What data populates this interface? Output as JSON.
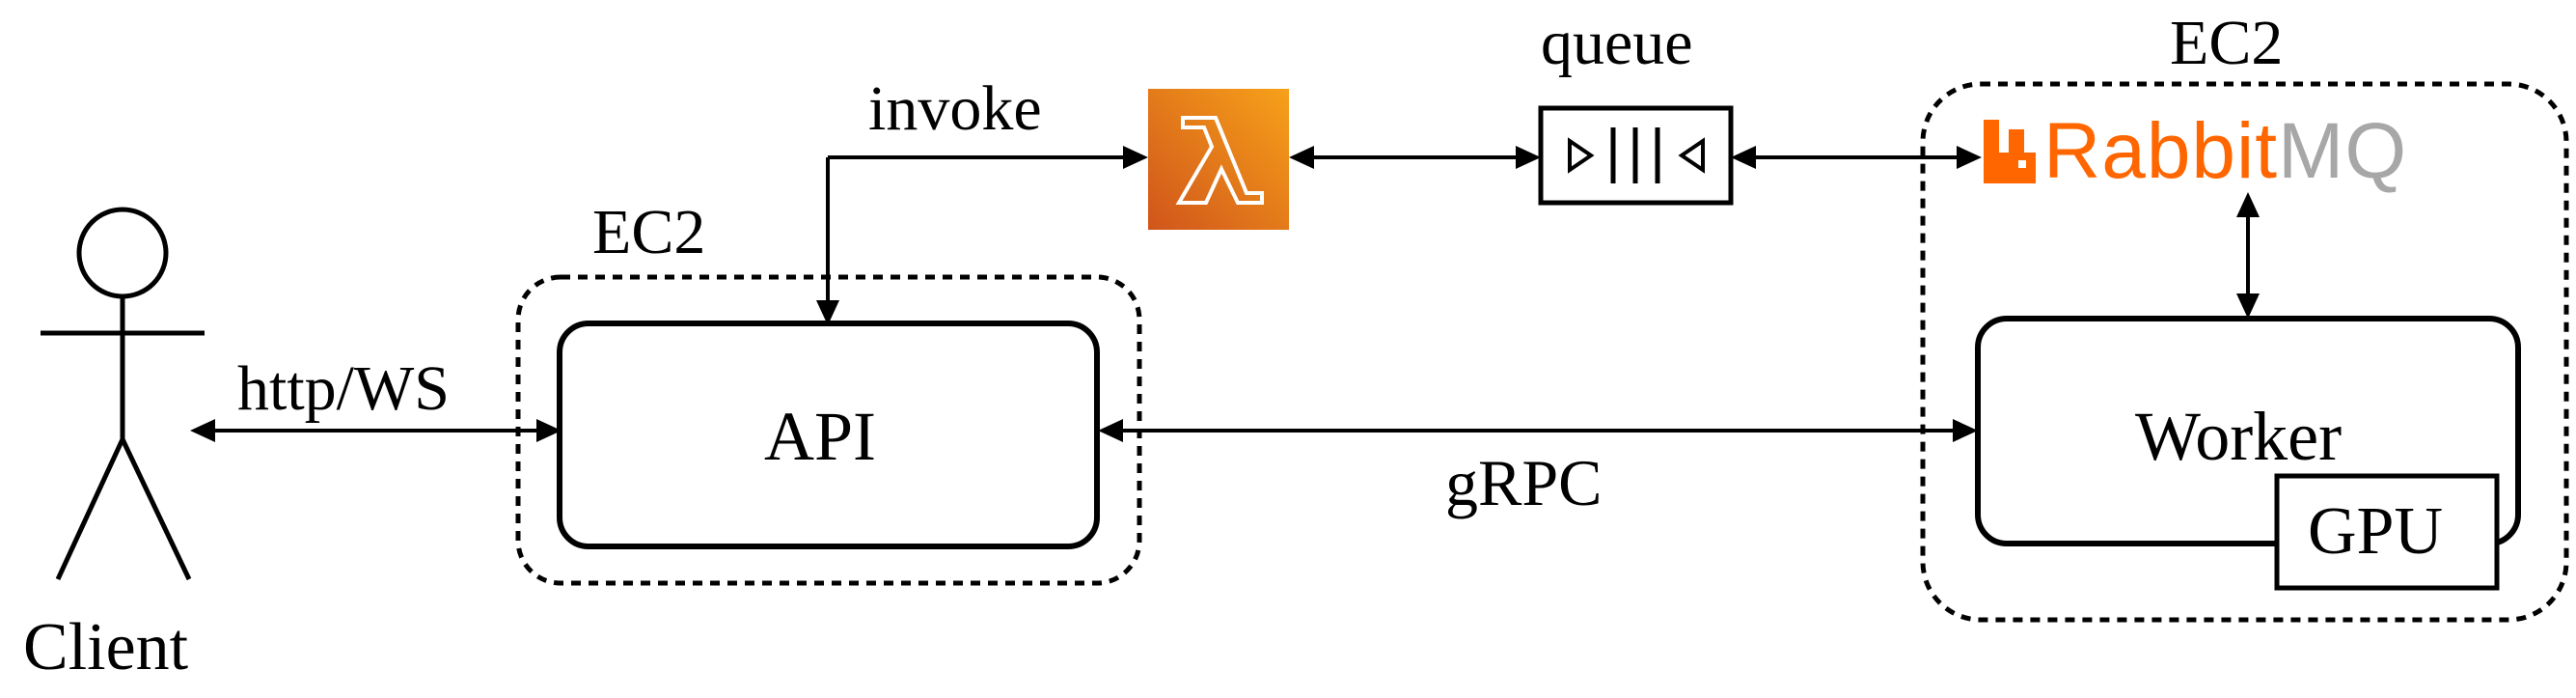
{
  "labels": {
    "client": "Client",
    "http_ws": "http/WS",
    "api": "API",
    "ec2_api": "EC2",
    "invoke": "invoke",
    "queue": "queue",
    "ec2_worker": "EC2",
    "worker": "Worker",
    "gpu": "GPU",
    "grpc": "gRPC"
  },
  "rabbitmq_logo": {
    "part1": "Rabbit",
    "part2": "MQ"
  },
  "colors": {
    "lambda_gradient_top": "#f7a11a",
    "lambda_gradient_bottom": "#d0551b",
    "rabbit_orange": "#ff6600",
    "mq_gray": "#a7a7a7",
    "line": "#000000"
  },
  "icons": {
    "lambda": "aws-lambda-icon",
    "queue": "queue-icon",
    "rabbitmq": "rabbitmq-logo",
    "client": "stick-figure-icon"
  }
}
